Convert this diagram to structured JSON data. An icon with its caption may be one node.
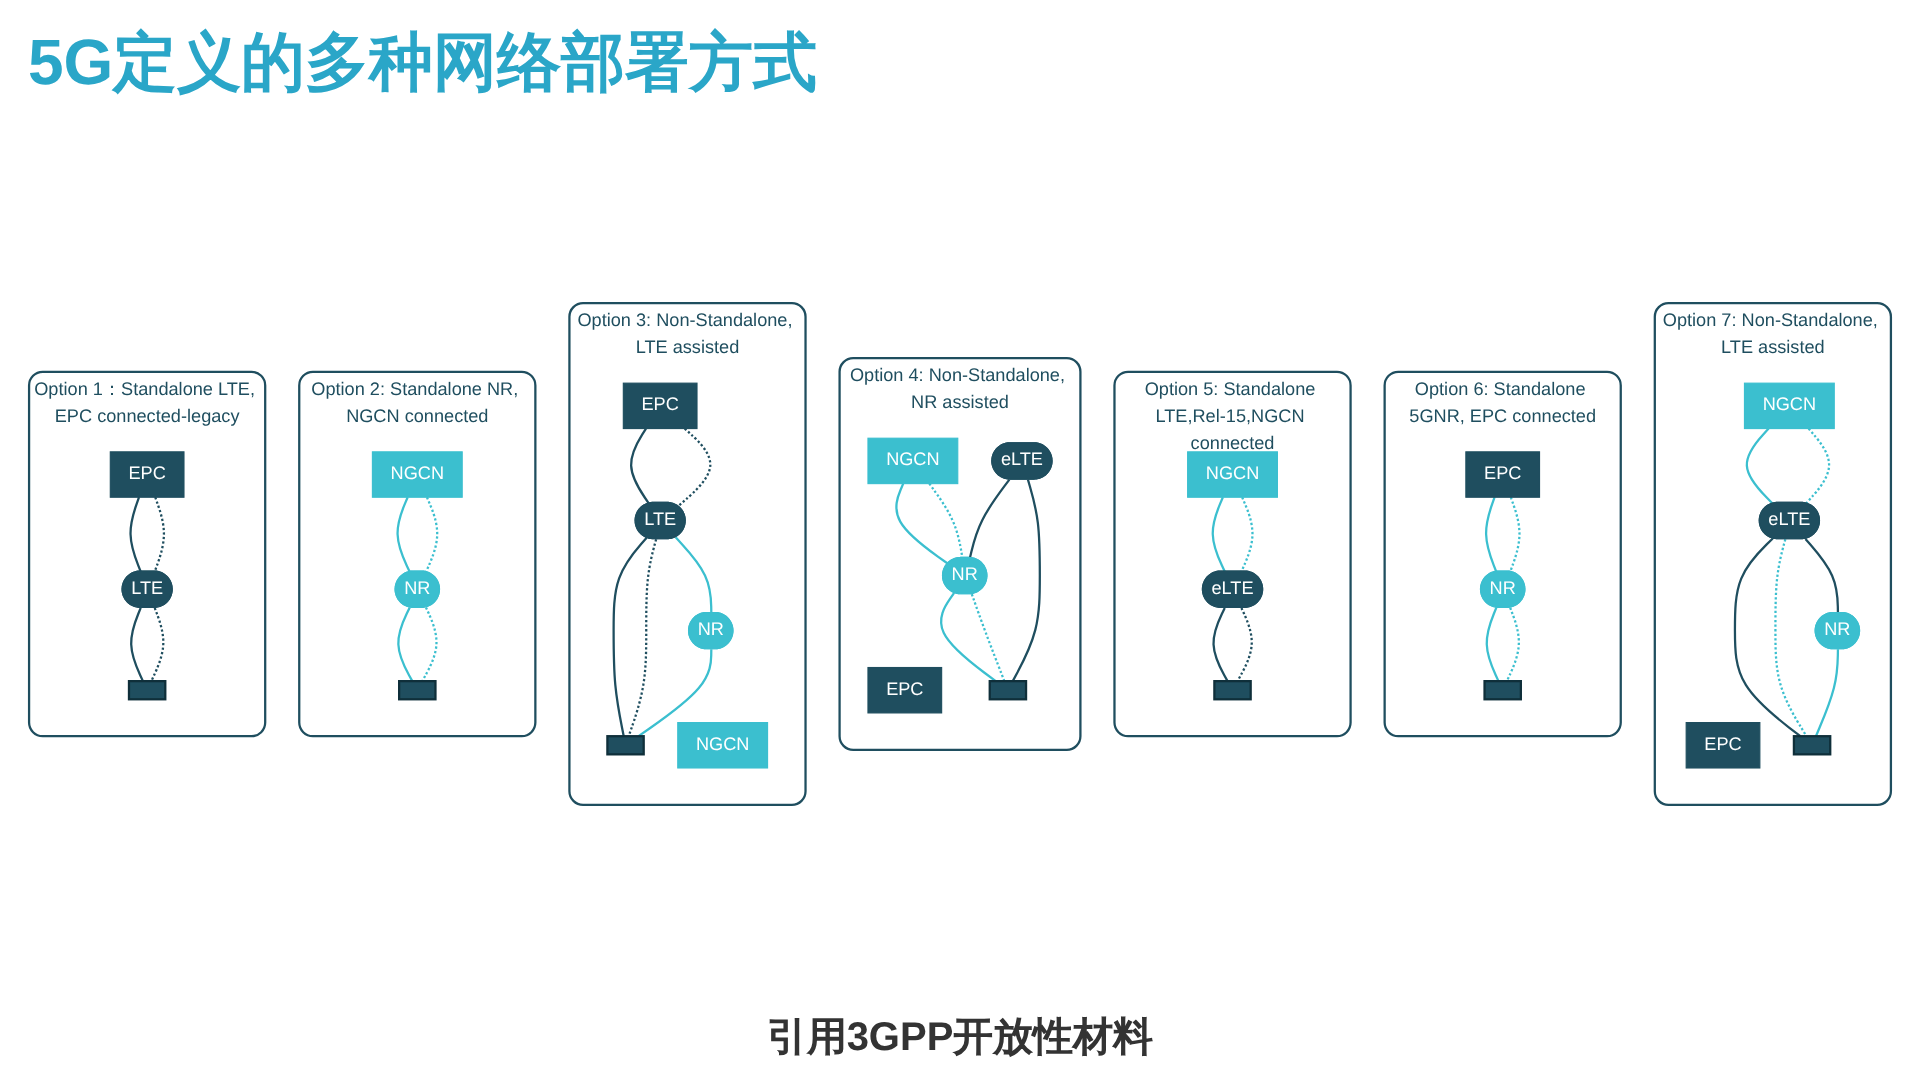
{
  "diagram": {
    "title": "5G定义的多种网络部署方式",
    "caption": "引用3GPP开放性材料",
    "nodes": [
      {
        "text": [
          "Option 1：Standalone LTE, EPC connected-legacy"
        ]
      },
      {
        "text": [
          "EPC"
        ],
        "in": 0
      },
      {
        "text": [
          "LTE"
        ],
        "in": 0
      },
      {
        "text": [],
        "shape": "phone",
        "in": 0
      },
      {
        "text": [
          "Option 2: Standalone NR, NGCN connected"
        ]
      },
      {
        "text": [
          "NGCN"
        ],
        "in": 4
      },
      {
        "text": [
          "NR"
        ],
        "in": 4
      },
      {
        "text": [],
        "shape": "phone",
        "in": 4
      },
      {
        "text": [
          "Option 3: Non-Standalone, LTE assisted"
        ]
      },
      {
        "text": [
          "EPC"
        ],
        "in": 8
      },
      {
        "text": [
          "NGCN"
        ],
        "in": 8
      },
      {
        "text": [
          "LTE"
        ],
        "in": 8
      },
      {
        "text": [
          "NR"
        ],
        "in": 8
      },
      {
        "text": [],
        "shape": "phone",
        "in": 8
      },
      {
        "text": [
          "Option 4: Non-Standalone, NR assisted"
        ]
      },
      {
        "text": [
          "EPC"
        ],
        "in": 14
      },
      {
        "text": [
          "NGCN"
        ],
        "in": 14
      },
      {
        "text": [
          "eLTE"
        ],
        "in": 14
      },
      {
        "text": [
          "NR"
        ],
        "in": 14
      },
      {
        "text": [],
        "shape": "phone",
        "in": 14
      },
      {
        "text": [
          "Option 5: Standalone LTE,Rel-15,NGCN connected"
        ]
      },
      {
        "text": [
          "NGCN"
        ],
        "in": 20
      },
      {
        "text": [
          "eLTE"
        ],
        "in": 20
      },
      {
        "text": [],
        "shape": "phone",
        "in": 20
      },
      {
        "text": [
          "Option 6: Standalone 5GNR, EPC connected"
        ]
      },
      {
        "text": [
          "EPC"
        ],
        "in": 24
      },
      {
        "text": [
          "NR"
        ],
        "in": 24
      },
      {
        "text": [],
        "shape": "phone",
        "in": 24
      },
      {
        "text": [
          "Option 7: Non-Standalone, LTE assisted"
        ]
      },
      {
        "text": [
          "EPC"
        ],
        "in": 28
      },
      {
        "text": [
          "NGCN"
        ],
        "in": 28
      },
      {
        "text": [
          "eLTE"
        ],
        "in": 28
      },
      {
        "text": [
          "NR"
        ],
        "in": 28
      },
      {
        "text": [],
        "shape": "phone",
        "in": 28
      }
    ],
    "edges": [
      {
        "from": 1,
        "to": 2,
        "arrow": "none",
        "color": "#1f4e5f"
      },
      {
        "from": 1,
        "to": 2,
        "arrow": "none",
        "style": "dashed",
        "color": "#1f4e5f"
      },
      {
        "from": 2,
        "to": 3,
        "arrow": "none",
        "color": "#1f4e5f"
      },
      {
        "from": 2,
        "to": 3,
        "arrow": "none",
        "style": "dashed",
        "color": "#1f4e5f"
      },
      {
        "from": 5,
        "to": 6,
        "arrow": "none"
      },
      {
        "from": 5,
        "to": 6,
        "arrow": "none",
        "style": "dashed"
      },
      {
        "from": 6,
        "to": 7,
        "arrow": "none"
      },
      {
        "from": 6,
        "to": 7,
        "arrow": "none",
        "style": "dashed"
      },
      {
        "from": 9,
        "to": 11,
        "arrow": "none",
        "color": "#1f4e5f"
      },
      {
        "from": 9,
        "to": 11,
        "arrow": "none",
        "style": "dashed",
        "color": "#1f4e5f"
      },
      {
        "from": 11,
        "to": 12,
        "arrow": "none"
      },
      {
        "from": 11,
        "to": 13,
        "arrow": "none",
        "color": "#1f4e5f"
      },
      {
        "from": 11,
        "to": 13,
        "arrow": "none",
        "style": "dashed",
        "color": "#1f4e5f"
      },
      {
        "from": 12,
        "to": 13,
        "arrow": "none"
      },
      {
        "from": 16,
        "to": 18,
        "arrow": "none"
      },
      {
        "from": 16,
        "to": 18,
        "arrow": "none",
        "style": "dashed"
      },
      {
        "from": 17,
        "to": 18,
        "arrow": "none",
        "color": "#1f4e5f"
      },
      {
        "from": 17,
        "to": 19,
        "arrow": "none",
        "color": "#1f4e5f"
      },
      {
        "from": 18,
        "to": 19,
        "arrow": "none"
      },
      {
        "from": 18,
        "to": 19,
        "arrow": "none",
        "style": "dashed"
      },
      {
        "from": 21,
        "to": 22,
        "arrow": "none"
      },
      {
        "from": 21,
        "to": 22,
        "arrow": "none",
        "style": "dashed"
      },
      {
        "from": 22,
        "to": 23,
        "arrow": "none",
        "color": "#1f4e5f"
      },
      {
        "from": 22,
        "to": 23,
        "arrow": "none",
        "style": "dashed",
        "color": "#1f4e5f"
      },
      {
        "from": 25,
        "to": 26,
        "arrow": "none"
      },
      {
        "from": 25,
        "to": 26,
        "arrow": "none",
        "style": "dashed"
      },
      {
        "from": 26,
        "to": 27,
        "arrow": "none"
      },
      {
        "from": 26,
        "to": 27,
        "arrow": "none",
        "style": "dashed"
      },
      {
        "from": 30,
        "to": 31,
        "arrow": "none"
      },
      {
        "from": 30,
        "to": 31,
        "arrow": "none",
        "style": "dashed"
      },
      {
        "from": 31,
        "to": 32,
        "arrow": "none",
        "color": "#1f4e5f"
      },
      {
        "from": 31,
        "to": 33,
        "arrow": "none",
        "color": "#1f4e5f"
      },
      {
        "from": 31,
        "to": 33,
        "arrow": "none",
        "style": "dashed"
      },
      {
        "from": 32,
        "to": 33,
        "arrow": "none"
      }
    ]
  }
}
